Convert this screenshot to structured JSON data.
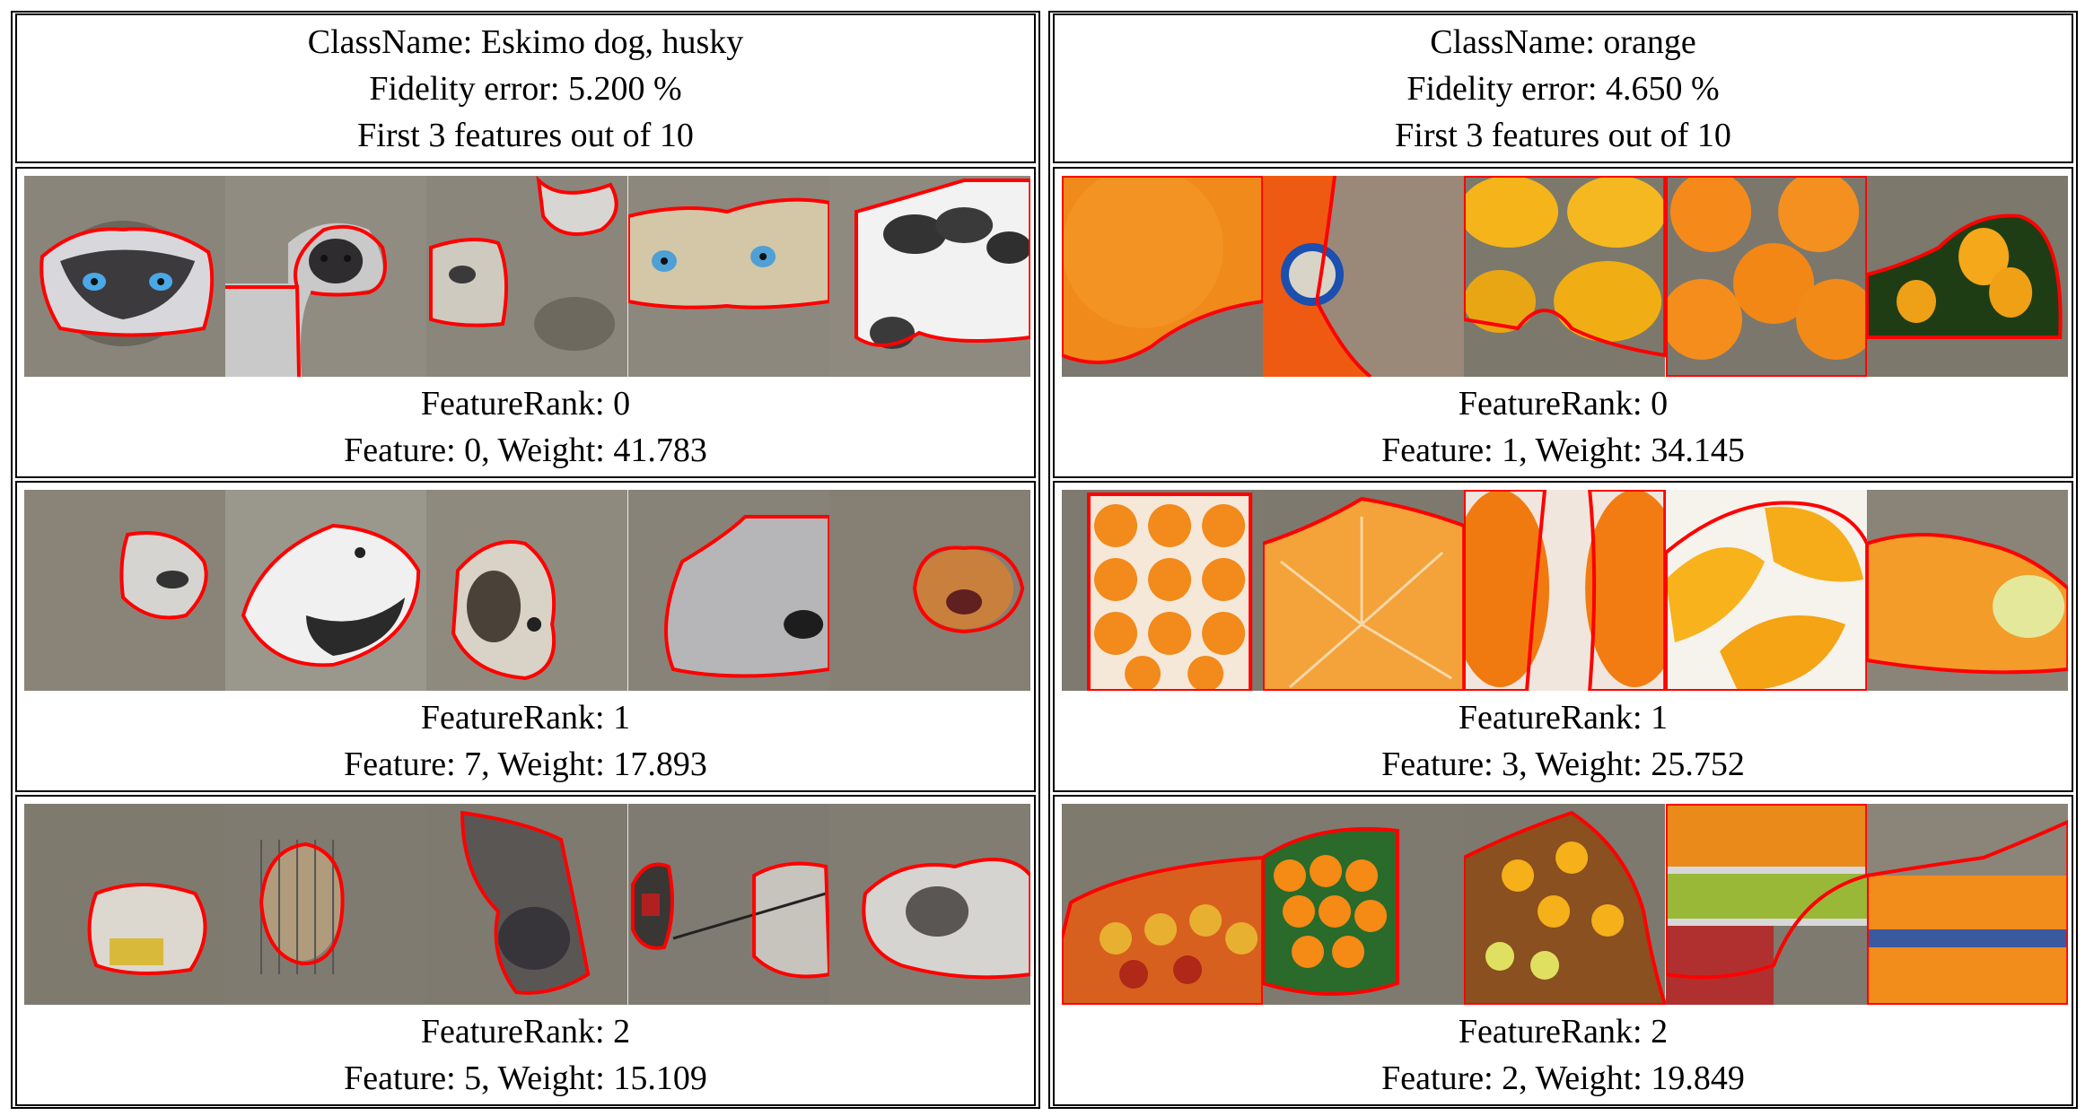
{
  "panels": [
    {
      "header": {
        "class_line": "ClassName: Eskimo dog, husky",
        "fidelity_line": "Fidelity error: 5.200 %",
        "features_line": "First 3 features out of 10"
      },
      "features": [
        {
          "rank_line": "FeatureRank: 0",
          "weight_line": "Feature: 0, Weight: 41.783",
          "tiles": [
            "husky-face-blue-eyes",
            "husky-puppy-portrait",
            "husky-eye-closeup",
            "husky-eyes-closeup",
            "husky-puppies-group"
          ]
        },
        {
          "rank_line": "FeatureRank: 1",
          "weight_line": "Feature: 7, Weight: 17.893",
          "tiles": [
            "husky-howling",
            "husky-mouth-open",
            "husky-puppy-head",
            "husky-snout-profile",
            "dog-toy-face"
          ]
        },
        {
          "rank_line": "FeatureRank: 2",
          "weight_line": "Feature: 5, Weight: 15.109",
          "tiles": [
            "husky-show-stance",
            "dog-in-crate",
            "husky-lying-down",
            "husky-on-leash",
            "husky-walking"
          ]
        }
      ]
    },
    {
      "header": {
        "class_line": "ClassName: orange",
        "fidelity_line": "Fidelity error: 4.650 %",
        "features_line": "First 3 features out of 10"
      },
      "features": [
        {
          "rank_line": "FeatureRank: 0",
          "weight_line": "Feature: 1, Weight: 34.145",
          "tiles": [
            "orange-peel-closeup",
            "orange-with-sticker",
            "lemons-pile",
            "oranges-pile",
            "oranges-on-tree"
          ]
        },
        {
          "rank_line": "FeatureRank: 1",
          "weight_line": "Feature: 3, Weight: 25.752",
          "tiles": [
            "orange-slices-grid",
            "orange-half-closeup",
            "orange-halves",
            "orange-wedges",
            "citrus-slices"
          ]
        },
        {
          "rank_line": "FeatureRank: 2",
          "weight_line": "Feature: 2, Weight: 19.849",
          "tiles": [
            "fruit-market-stall",
            "oranges-bowl",
            "citrus-baskets",
            "produce-shelves",
            "oranges-crates"
          ]
        }
      ]
    }
  ],
  "colors": {
    "outline": "#ff0000",
    "mask_gray": "#7d7a70",
    "border": "#000000"
  }
}
